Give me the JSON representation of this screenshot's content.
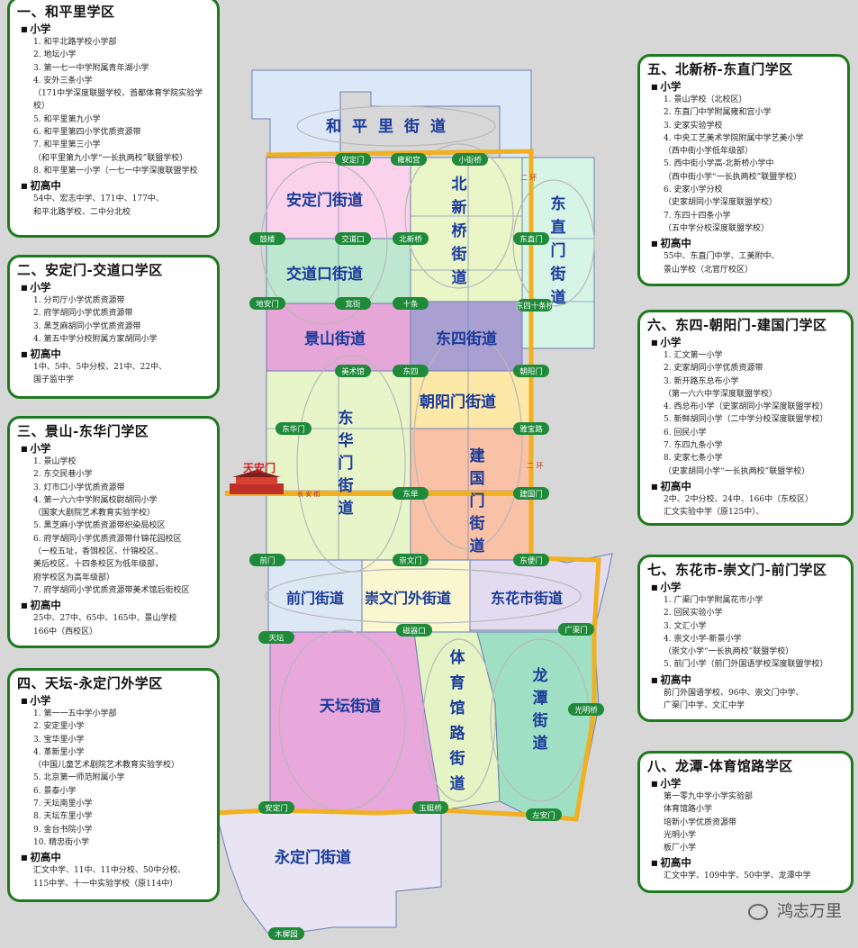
{
  "streets": [
    {
      "id": "hepingli",
      "name": "和平里街道",
      "fill": "#dce8f7"
    },
    {
      "id": "andingmen",
      "name": "安定门街道",
      "fill": "#fbd2ec"
    },
    {
      "id": "beixinqiao",
      "name": "北新桥街道",
      "fill": "#eaf6c8"
    },
    {
      "id": "dongzhimen",
      "name": "东直门街道",
      "fill": "#d6f5e6"
    },
    {
      "id": "jiaodaokou",
      "name": "交道口街道",
      "fill": "#bde8cf"
    },
    {
      "id": "jingshan",
      "name": "景山街道",
      "fill": "#e6a6d8"
    },
    {
      "id": "dongsi",
      "name": "东四街道",
      "fill": "#a99fd0"
    },
    {
      "id": "chaoyangmen",
      "name": "朝阳门街道",
      "fill": "#fde8a8"
    },
    {
      "id": "donghuamen",
      "name": "东华门街道",
      "fill": "#e8f5c8"
    },
    {
      "id": "jianguomen",
      "name": "建国门街道",
      "fill": "#f9c1a6"
    },
    {
      "id": "qianmen",
      "name": "前门街道",
      "fill": "#dde8f5"
    },
    {
      "id": "chongwenmenwai",
      "name": "崇文门外街道",
      "fill": "#f9f6d0"
    },
    {
      "id": "donghuashi",
      "name": "东花市街道",
      "fill": "#e3dbf0"
    },
    {
      "id": "tiantan",
      "name": "天坛街道",
      "fill": "#e8a8dc"
    },
    {
      "id": "tiyuguanlu",
      "name": "体育馆路街道",
      "fill": "#e4f4c4"
    },
    {
      "id": "longtan",
      "name": "龙潭街道",
      "fill": "#9fe0c4"
    },
    {
      "id": "yongdingmenwai",
      "name": "永定门街道",
      "fill": "#e8e4f4"
    }
  ],
  "stations": [
    "安定门",
    "雍和宫",
    "小街桥",
    "鼓楼",
    "交道口",
    "北新桥",
    "东直门",
    "东四十条桥",
    "地安门",
    "宽街",
    "十条",
    "美术馆",
    "东四",
    "朝阳门",
    "东华门",
    "雅宝路",
    "东单",
    "建国门",
    "前门",
    "崇文门",
    "东便门",
    "天坛",
    "磁器口",
    "广渠门",
    "光明桥",
    "安定门",
    "玉蜓桥",
    "左安门",
    "木樨园"
  ],
  "landmark": {
    "tiananmen": "天安门",
    "changan": "长 安 街"
  },
  "ring_label": "二 环",
  "watermark": "鸿志万里",
  "cards": [
    {
      "title": "一、和平里学区",
      "primary_label": "小学",
      "primary": [
        "1. 和平北路学校小学部",
        "2. 地坛小学",
        "3. 第一七一中学附属青年湖小学",
        "4. 安外三条小学",
        "（171中学深度联盟学校、首都体育学院实验学校）",
        "5. 和平里第九小学",
        "6. 和平里第四小学优质资源带",
        "7. 和平里第三小学",
        "（和平里第九小学“一长执两校”联盟学校）",
        "8. 和平里第一小学（一七一中学深度联盟学校"
      ],
      "secondary_label": "初高中",
      "secondary": [
        "54中、宏志中学、171中、177中、",
        "和平北路学校、二中分北校"
      ]
    },
    {
      "title": "二、安定门-交道口学区",
      "primary_label": "小学",
      "primary": [
        "1. 分司厅小学优质资源带",
        "2. 府学胡同小学优质资源带",
        "3. 黑芝麻胡同小学优质资源带",
        "4. 第五中学分校附属方家胡同小学"
      ],
      "secondary_label": "初高中",
      "secondary": [
        "1中、5中、5中分校、21中、22中、",
        "国子监中学"
      ]
    },
    {
      "title": "三、景山-东华门学区",
      "primary_label": "小学",
      "primary": [
        "1. 景山学校",
        "2. 东交民巷小学",
        "3. 灯市口小学优质资源带",
        "4. 第一六六中学附属校尉胡同小学",
        "（国家大剧院艺术教育实验学校）",
        "5. 黑芝麻小学优质资源带织染局校区",
        "6. 府学胡同小学优质资源带什锦花园校区",
        "（一校五址，香饵校区、什锦校区、",
        "美后校区、十四条校区为低年级部，",
        "府学校区为高年级部）",
        "7. 府学胡同小学优质资源带美术馆后街校区"
      ],
      "secondary_label": "初高中",
      "secondary": [
        "25中、27中、65中、165中、景山学校",
        "166中（西校区）"
      ]
    },
    {
      "title": "四、天坛-永定门外学区",
      "primary_label": "小学",
      "primary": [
        "1. 第一一五中学小学部",
        "2. 安定里小学",
        "3. 宝华里小学",
        "4. 革新里小学",
        "（中国儿童艺术剧院艺术教育实验学校）",
        "5. 北京第一师范附属小学",
        "6. 景泰小学",
        "7. 天坛南里小学",
        "8. 天坛东里小学",
        "9. 金台书院小学",
        "10. 精忠街小学"
      ],
      "secondary_label": "初高中",
      "secondary": [
        "汇文中学、11中、11中分校、50中分校、",
        "115中学、十一中实验学校（原114中）"
      ]
    },
    {
      "title": "五、北新桥-东直门学区",
      "primary_label": "小学",
      "primary": [
        "1. 景山学校（北校区）",
        "2. 东直门中学附属雍和宫小学",
        "3. 史家实验学校",
        "4. 中央工艺美术学院附属中学艺美小学",
        "（西中街小学低年级部）",
        "5. 西中街小学高-北新桥小学中",
        "（西中街小学“一长执两校”联盟学校）",
        "6. 史家小学分校",
        "（史家胡同小学深度联盟学校）",
        "7. 东四十四条小学",
        "（五中学分校深度联盟学校）"
      ],
      "secondary_label": "初高中",
      "secondary": [
        "55中、东直门中学、工美附中、",
        "景山学校（北官厅校区）"
      ]
    },
    {
      "title": "六、东四-朝阳门-建国门学区",
      "primary_label": "小学",
      "primary": [
        "1. 汇文第一小学",
        "2. 史家胡同小学优质资源带",
        "3. 新开路东总布小学",
        "（第一六六中学深度联盟学校）",
        "4. 西总布小学（史家胡同小学深度联盟学校）",
        "5. 新鲜胡同小学（二中学分校深度联盟学校）",
        "6. 回民小学",
        "7. 东四九条小学",
        "8. 史家七条小学",
        "（史家胡同小学“一长执两校”联盟学校）"
      ],
      "secondary_label": "初高中",
      "secondary": [
        "2中、2中分校、24中、166中（东校区）",
        "汇文实验中学（原125中）、"
      ]
    },
    {
      "title": "七、东花市-崇文门-前门学区",
      "primary_label": "小学",
      "primary": [
        "1. 广渠门中学附属花市小学",
        "2. 回民实验小学",
        "3. 文汇小学",
        "4. 崇文小学-新景小学",
        "（崇文小学“一长执两校”联盟学校）",
        "5. 前门小学（前门外国语学校深度联盟学校）"
      ],
      "secondary_label": "初高中",
      "secondary": [
        "前门外国语学校、96中、崇文门中学、",
        "广渠门中学、文汇中学"
      ]
    },
    {
      "title": "八、龙潭-体育馆路学区",
      "primary_label": "小学",
      "primary": [
        "第一零九中学小学实验部",
        "体育馆路小学",
        "培新小学优质资源带",
        "光明小学",
        "板厂小学"
      ],
      "secondary_label": "初高中",
      "secondary": [
        "汇文中学、109中学、50中学、龙潭中学"
      ]
    }
  ]
}
